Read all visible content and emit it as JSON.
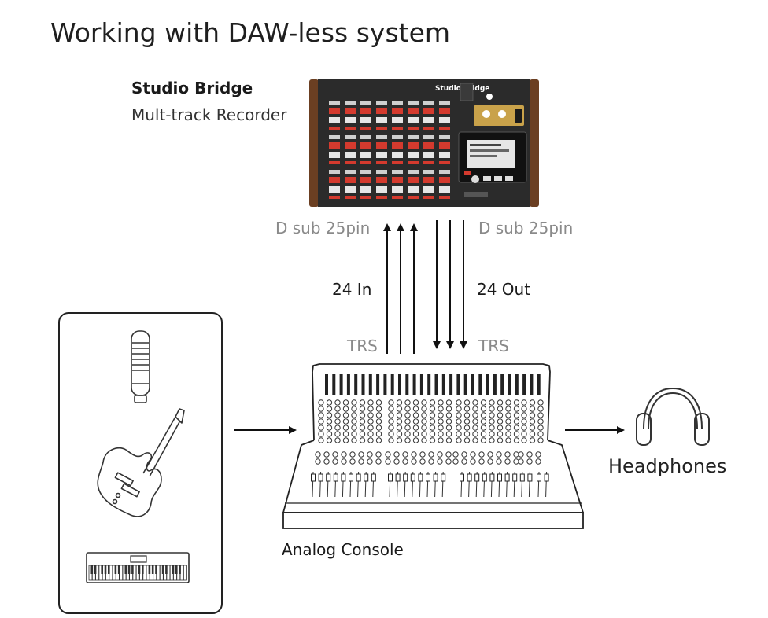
{
  "title": "Working with DAW-less system",
  "recorder": {
    "name": "Studio Bridge",
    "subtitle": "Mult-track Recorder",
    "brand_text": "Studio Bridge"
  },
  "connections": {
    "left_connector": "D sub 25pin",
    "right_connector": "D sub 25pin",
    "input_label": "24 In",
    "output_label": "24 Out",
    "left_cable": "TRS",
    "right_cable": "TRS"
  },
  "console_label": "Analog Console",
  "headphones_label": "Headphones",
  "icons": {
    "sources": [
      "microphone-icon",
      "electric-guitar-icon",
      "keyboard-icon"
    ],
    "output": "headphones-icon"
  },
  "colors": {
    "line": "#111111",
    "grey_text": "#8a8a8a",
    "device_body": "#2b2b2b",
    "wood": "#6b3f22",
    "accent_red": "#d43a2e",
    "accent_gold": "#c9a24a"
  }
}
